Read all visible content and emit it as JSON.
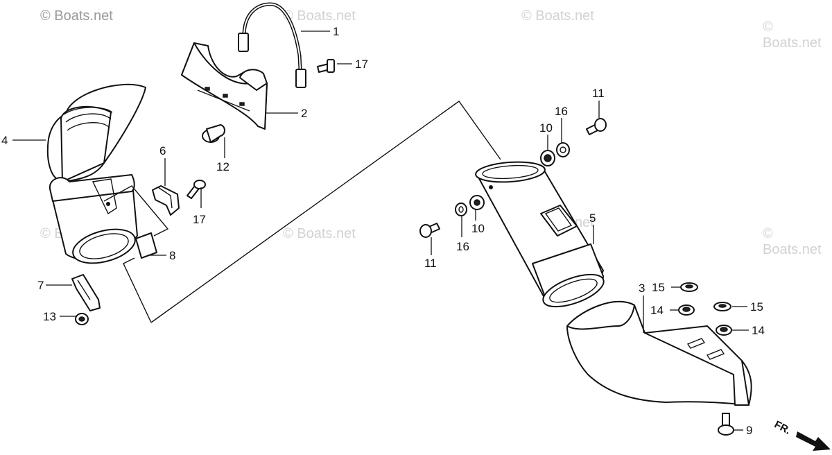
{
  "watermark": "© Boats.net",
  "labels": {
    "l1": "1",
    "l2": "2",
    "l3": "3",
    "l4": "4",
    "l5": "5",
    "l6": "6",
    "l7": "7",
    "l8": "8",
    "l9": "9",
    "l10a": "10",
    "l10b": "10",
    "l11a": "11",
    "l11b": "11",
    "l12": "12",
    "l13": "13",
    "l14a": "14",
    "l14b": "14",
    "l15a": "15",
    "l15b": "15",
    "l16a": "16",
    "l16b": "16",
    "l17a": "17",
    "l17b": "17",
    "fr": "FR."
  },
  "icons": {
    "arrow": "front-direction-arrow-icon"
  }
}
